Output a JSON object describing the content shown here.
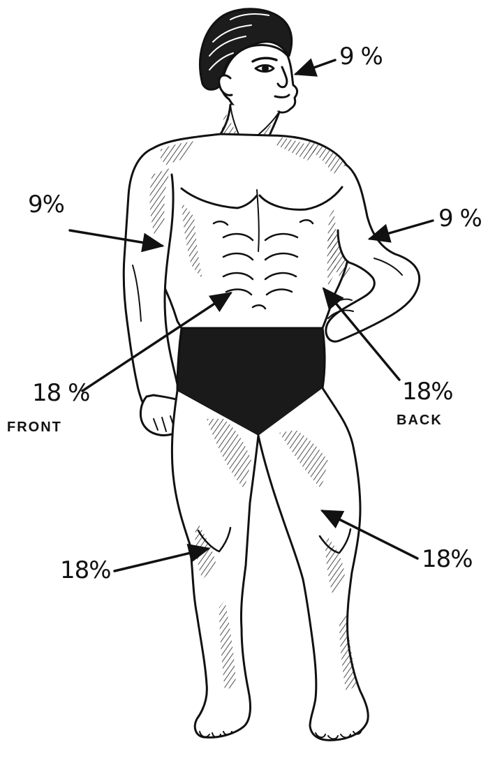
{
  "labels": {
    "head": "9 %",
    "right_arm": "9%",
    "left_arm": "9 %",
    "trunk_front": "18 %",
    "trunk_front_caption": "FRONT",
    "trunk_back": "18%",
    "trunk_back_caption": "BACK",
    "right_leg": "18%",
    "left_leg": "18%"
  },
  "colors": {
    "ink": "#111111",
    "background": "#ffffff",
    "briefs": "#1a1a1a"
  }
}
